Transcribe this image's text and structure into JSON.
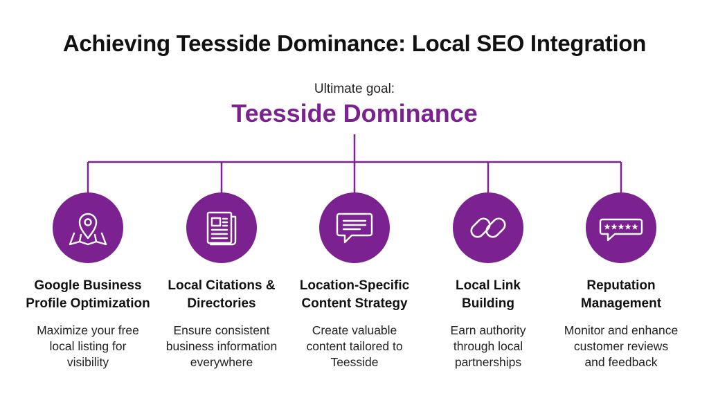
{
  "title": "Achieving Teesside Dominance: Local SEO Integration",
  "goal_label": "Ultimate goal:",
  "goal": "Teesside Dominance",
  "colors": {
    "accent": "#7b2290",
    "text": "#111111",
    "background": "#ffffff"
  },
  "items": [
    {
      "icon": "map-pin-icon",
      "title_line1": "Google Business",
      "title_line2": "Profile Optimization",
      "desc_line1": "Maximize your free",
      "desc_line2": "local listing for",
      "desc_line3": "visibility"
    },
    {
      "icon": "newspaper-icon",
      "title_line1": "Local Citations &",
      "title_line2": "Directories",
      "desc_line1": "Ensure consistent",
      "desc_line2": "business information",
      "desc_line3": "everywhere"
    },
    {
      "icon": "speech-bubble-icon",
      "title_line1": "Location-Specific",
      "title_line2": "Content Strategy",
      "desc_line1": "Create valuable",
      "desc_line2": "content tailored to",
      "desc_line3": "Teesside"
    },
    {
      "icon": "chain-link-icon",
      "title_line1": "Local Link",
      "title_line2": "Building",
      "desc_line1": "Earn authority",
      "desc_line2": "through local",
      "desc_line3": "partnerships"
    },
    {
      "icon": "star-review-icon",
      "title_line1": "Reputation",
      "title_line2": "Management",
      "desc_line1": "Monitor and enhance",
      "desc_line2": "customer reviews",
      "desc_line3": "and feedback"
    }
  ]
}
